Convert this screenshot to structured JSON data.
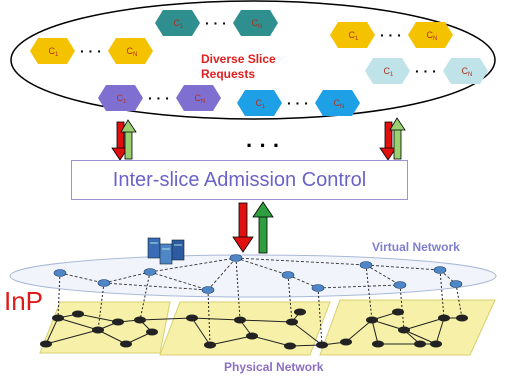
{
  "slice_ellipse": {
    "request_label_line1": "Diverse Slice",
    "request_label_line2": "Requests"
  },
  "slice_groups": [
    {
      "first": "C1",
      "last": "CN",
      "color": "#f5c200",
      "text_color": "#b03020"
    },
    {
      "first": "C1",
      "last": "CN",
      "color": "#2f8f8f",
      "text_color": "#b03020"
    },
    {
      "first": "C1",
      "last": "CN",
      "color": "#f5c200",
      "text_color": "#b03020"
    },
    {
      "first": "C1",
      "last": "CN",
      "color": "#bfe3e8",
      "text_color": "#b03020"
    },
    {
      "first": "C1",
      "last": "CN",
      "color": "#7f6fd0",
      "text_color": "#b03020"
    },
    {
      "first": "C1",
      "last": "CN",
      "color": "#1ea0e6",
      "text_color": "#b03020"
    }
  ],
  "dots": "· · ·",
  "middle_ellipsis": "· · ·",
  "admission_control": "Inter-slice Admission Control",
  "virtual_network": "Virtual Network",
  "physical_network": "Physical Network",
  "inp": "InP",
  "colors": {
    "arrow_down": "#e01010",
    "arrow_up": "#2e9e3e",
    "arrow_up_light": "#9ad070",
    "plane": "#f6f0a8",
    "plane_border": "#d8cf70",
    "virtual_node": "#4f86c6",
    "physical_node": "#222222"
  }
}
